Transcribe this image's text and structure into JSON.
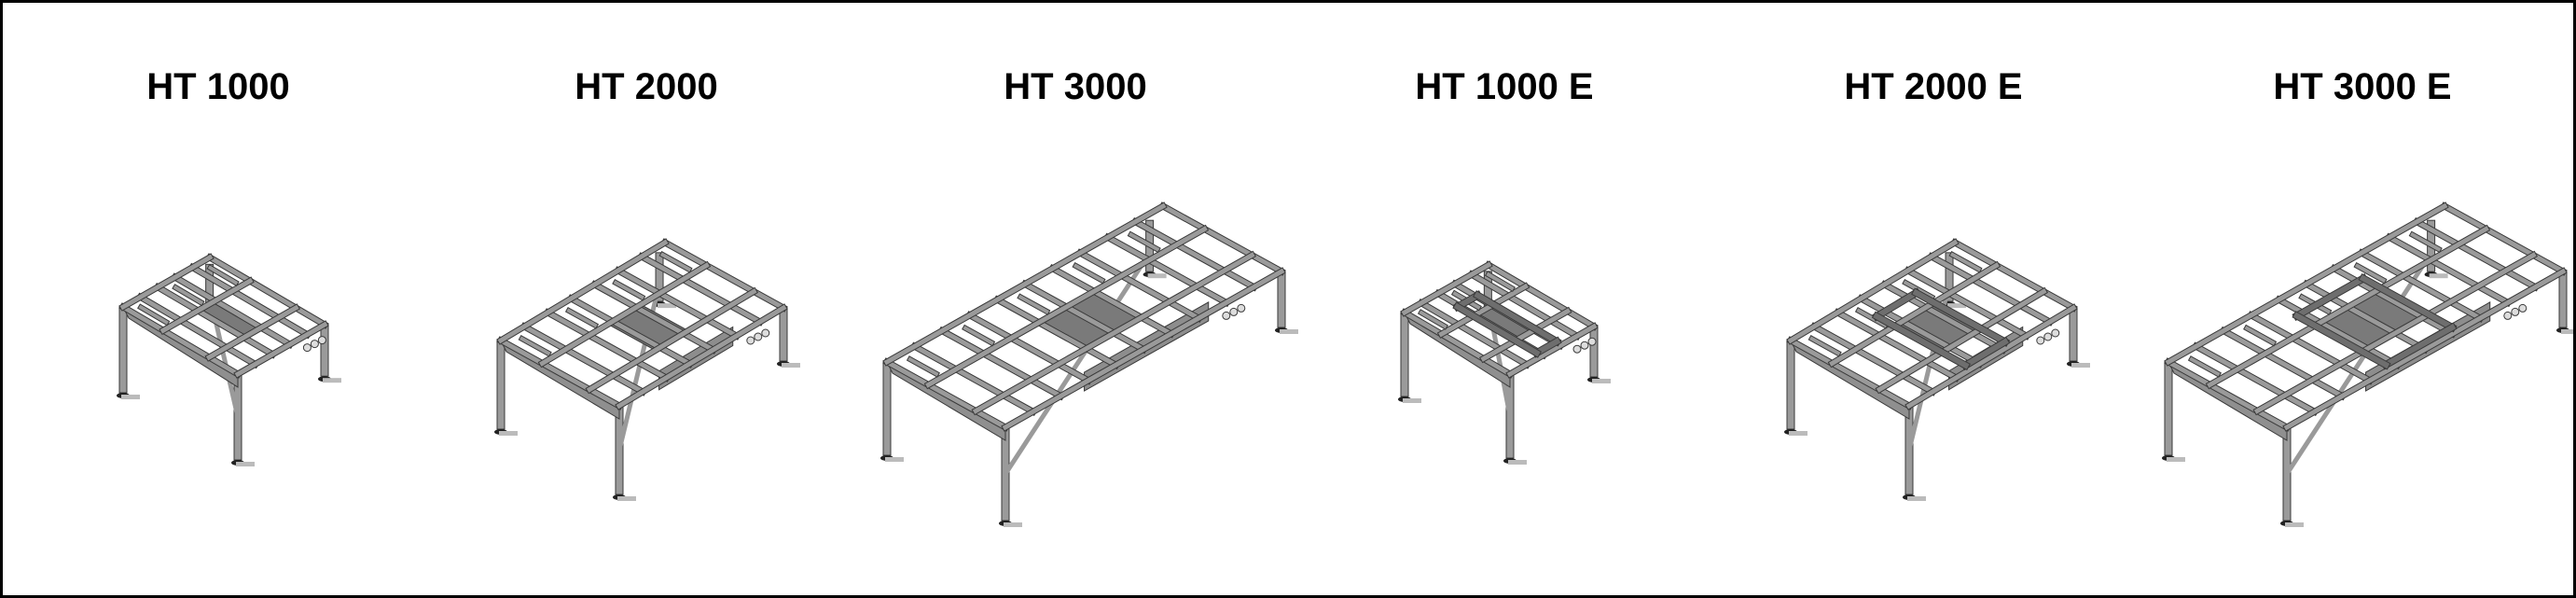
{
  "products": [
    {
      "model": "HT 1000",
      "extended": false
    },
    {
      "model": "HT 2000",
      "extended": false
    },
    {
      "model": "HT 3000",
      "extended": false
    },
    {
      "model": "HT 1000 E",
      "extended": true
    },
    {
      "model": "HT 2000 E",
      "extended": true
    },
    {
      "model": "HT 3000 E",
      "extended": true
    }
  ],
  "colors": {
    "frame": "#9a9a9a",
    "edge": "#3a3a3a",
    "panel": "#7a7a7a",
    "foot": "#222222",
    "border": "#000000"
  }
}
